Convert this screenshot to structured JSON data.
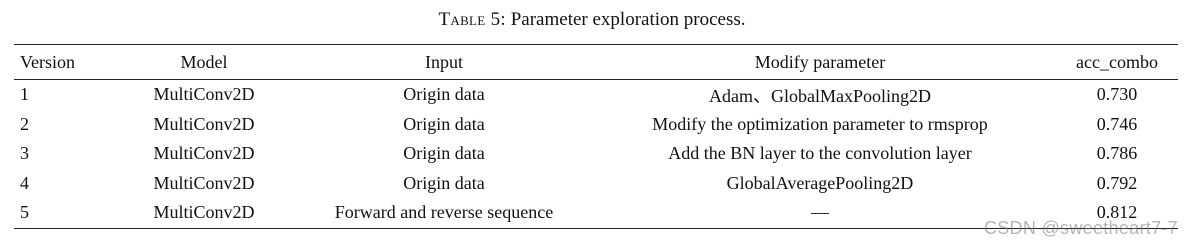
{
  "caption": {
    "label": "Table 5:",
    "text": "Parameter exploration process."
  },
  "table": {
    "headers": [
      "Version",
      "Model",
      "Input",
      "Modify parameter",
      "acc_combo"
    ],
    "rows": [
      [
        "1",
        "MultiConv2D",
        "Origin data",
        "Adam、GlobalMaxPooling2D",
        "0.730"
      ],
      [
        "2",
        "MultiConv2D",
        "Origin data",
        "Modify the optimization parameter to rmsprop",
        "0.746"
      ],
      [
        "3",
        "MultiConv2D",
        "Origin data",
        "Add the BN layer to the convolution layer",
        "0.786"
      ],
      [
        "4",
        "MultiConv2D",
        "Origin data",
        "GlobalAveragePooling2D",
        "0.792"
      ],
      [
        "5",
        "MultiConv2D",
        "Forward and reverse sequence",
        "—",
        "0.812"
      ]
    ]
  },
  "watermark": "CSDN @sweetheart7-7"
}
